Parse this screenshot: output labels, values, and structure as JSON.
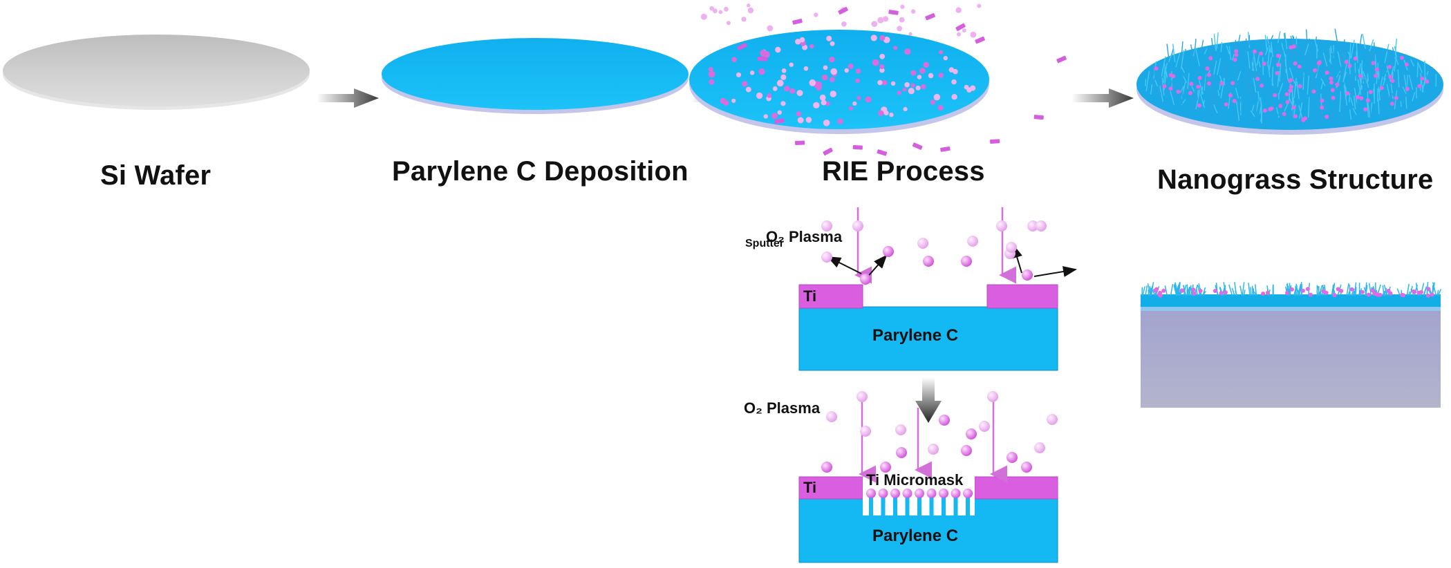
{
  "steps": [
    {
      "label": "Si Wafer"
    },
    {
      "label": "Parylene C Deposition"
    },
    {
      "label": "RIE Process"
    },
    {
      "label": "Nanograss Structure"
    }
  ],
  "rie_detail": {
    "top": {
      "plasma_label": "O₂ Plasma",
      "sputter_label": "Sputter",
      "mask_label": "Ti",
      "layer_label": "Parylene C"
    },
    "bottom": {
      "plasma_label": "O₂ Plasma",
      "mask_label": "Ti",
      "micromask_label": "Ti Micromask",
      "layer_label": "Parylene C"
    }
  },
  "colors": {
    "wafer_gray": "#c8c8c8",
    "parylene_blue": "#12b4f0",
    "titanium_magenta": "#d95fe0",
    "plasma_particle": "#e9a6ec",
    "arrow_gray": "#555555"
  }
}
